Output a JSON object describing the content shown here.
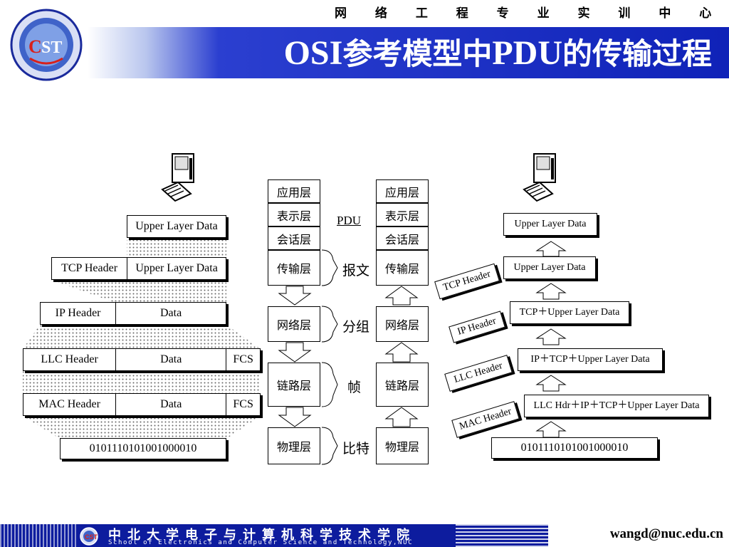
{
  "header": {
    "top_title": "网 络 工 程 专 业 实 训 中 心",
    "main_title_latin1": "OSI",
    "main_title_cjk1": "参考模型中",
    "main_title_latin2": "PDU",
    "main_title_cjk2": "的传输过程"
  },
  "left_stack": {
    "row1": [
      "Upper Layer Data"
    ],
    "row2": [
      "TCP Header",
      "Upper Layer Data"
    ],
    "row3": [
      "IP Header",
      "Data"
    ],
    "row4": [
      "LLC Header",
      "Data",
      "FCS"
    ],
    "row5": [
      "MAC Header",
      "Data",
      "FCS"
    ],
    "bits": "0101110101001000010"
  },
  "osi_left": [
    "应用层",
    "表示层",
    "会话层",
    "传输层",
    "网络层",
    "链路层",
    "物理层"
  ],
  "osi_right": [
    "应用层",
    "表示层",
    "会话层",
    "传输层",
    "网络层",
    "链路层",
    "物理层"
  ],
  "pdu": {
    "title": "PDU",
    "segment": "报文",
    "packet": "分组",
    "frame": "帧",
    "bit": "比特"
  },
  "right_stack": {
    "upper1": "Upper Layer Data",
    "upper2": "Upper Layer Data",
    "tcp_header": "TCP Header",
    "tcp_data": "TCP＋Upper Layer Data",
    "ip_header": "IP Header",
    "ip_data": "IP＋TCP＋Upper Layer Data",
    "llc_header": "LLC Header",
    "llc_data": "LLC Hdr＋IP＋TCP＋Upper Layer Data",
    "mac_header": "MAC Header",
    "bits": "0101110101001000010"
  },
  "footer": {
    "school_cn": "中北大学电子与计算机科学技术学院",
    "school_en": "School of Electronics and Computer Science and Technology,NUC",
    "email": "wangd@nuc.edu.cn"
  },
  "colors": {
    "header_blue": "#0f22b8",
    "footer_blue": "#0d1c9e",
    "arrow_fill": "#ffffff",
    "dotted_fill": "#000000"
  },
  "icons": [
    "computer-icon",
    "school-logo-icon",
    "down-arrow-icon",
    "up-arrow-icon"
  ]
}
